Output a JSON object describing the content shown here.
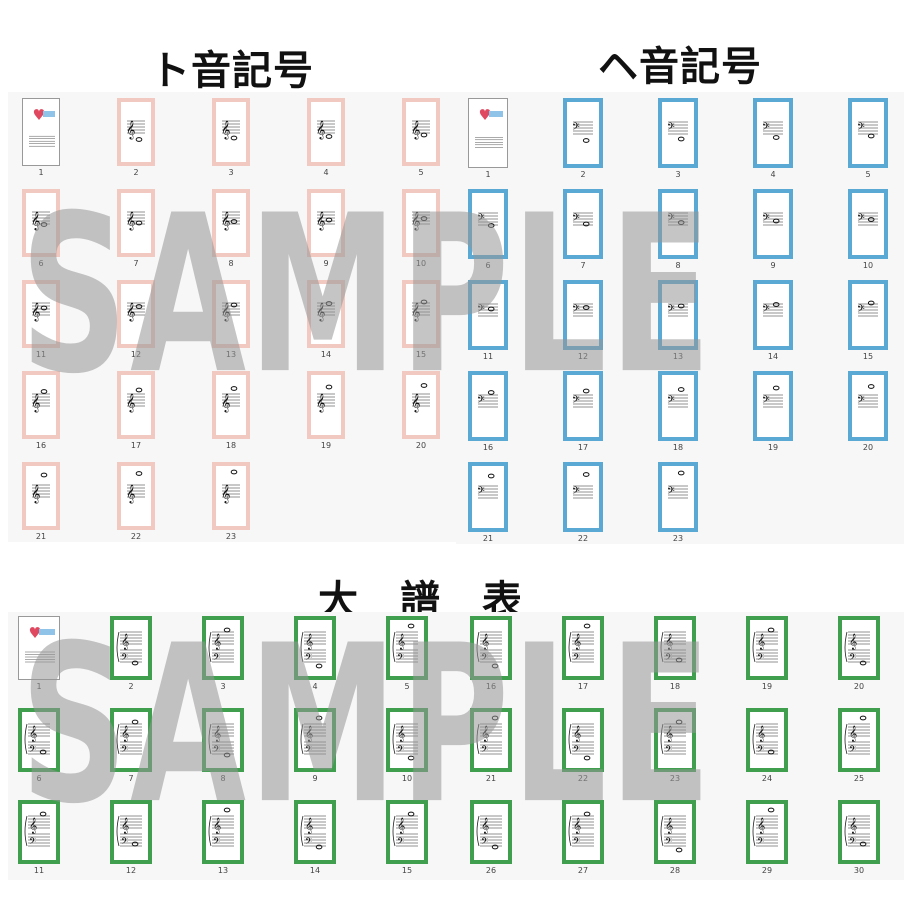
{
  "sections": [
    {
      "id": "treble",
      "title": "ト音記号",
      "clef": "treble",
      "count": 23,
      "cover": true,
      "border_color": "#f2c9c0"
    },
    {
      "id": "bass",
      "title": "ヘ音記号",
      "clef": "bass",
      "count": 23,
      "cover": true,
      "border_color": "#5aa8d4"
    },
    {
      "id": "grand",
      "title": "大　譜　表",
      "clef": "grand",
      "count": 30,
      "cover": true,
      "border_color": "#3f9f4f"
    }
  ],
  "watermark_text": "SAMPLE",
  "clef_glyphs": {
    "treble": "𝄞",
    "bass": "𝄢"
  },
  "note_glyph": "𝅝"
}
